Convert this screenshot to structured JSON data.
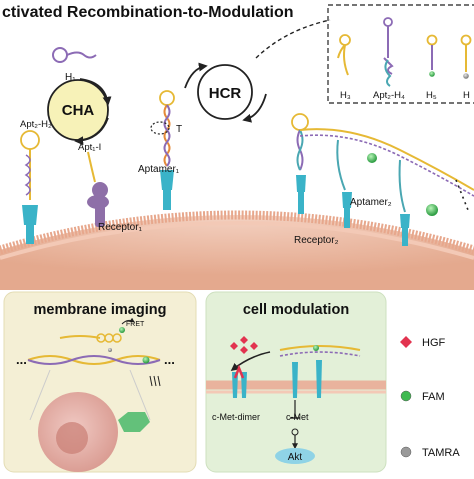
{
  "title": "ctivated Recombination-to-Modulation",
  "cycles": {
    "cha": "CHA",
    "hcr": "HCR"
  },
  "top_labels": {
    "h1": "H₁",
    "apt2_h2": "Apt₂-H₂",
    "apt1_i": "Apt₁-I",
    "t": "T",
    "aptamer1": "Aptamer₁",
    "receptor1": "Receptor₁",
    "aptamer2": "Aptamer₂",
    "receptor2": "Receptor₂"
  },
  "inset": {
    "h3": "H₃",
    "apt2_h4": "Apt₂-H₄",
    "h5": "H₅",
    "h_cut": "H"
  },
  "panels": {
    "membrane_imaging": {
      "title": "membrane imaging",
      "fret": "FRET",
      "dots_left": "...",
      "dots_right": "..."
    },
    "cell_modulation": {
      "title": "cell modulation",
      "c_met_dimer": "c-Met-dimer",
      "c_met": "c-Met",
      "akt": "Akt"
    }
  },
  "legend": [
    {
      "label": "HGF",
      "marker": "diamond",
      "color": "#e2334f"
    },
    {
      "label": "FAM",
      "marker": "circle",
      "color": "#3fb950"
    },
    {
      "label": "TAMRA",
      "marker": "circle",
      "color": "#9a9a9a"
    }
  ],
  "colors": {
    "membrane": "#e9b39d",
    "receptor_cyan": "#3ab3c8",
    "receptor_purple": "#8e6fa8",
    "strand_yellow": "#e6b935",
    "strand_purple": "#8c6bb5",
    "strand_teal": "#4aa7b2",
    "strand_orange": "#e48a3a",
    "panel_left": "#f4efd5",
    "panel_right": "#e3f0d8",
    "cha_fill": "#f7f2b8"
  }
}
